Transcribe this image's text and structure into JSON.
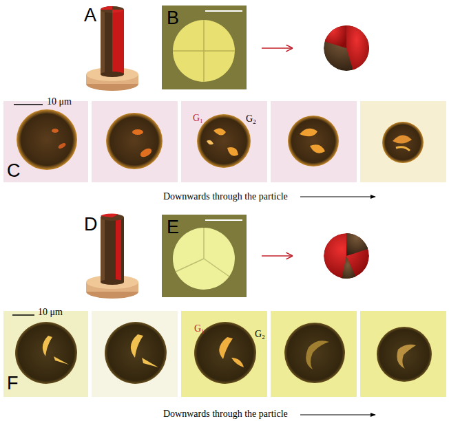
{
  "diagram": {
    "labels": [
      "A",
      "B",
      "C",
      "10 μm",
      "G₁",
      "G₂",
      "Downwards through the particle",
      "D",
      "E",
      "F",
      "10 μm",
      "G₁",
      "G₂",
      "Downwards through the particle"
    ]
  }
}
